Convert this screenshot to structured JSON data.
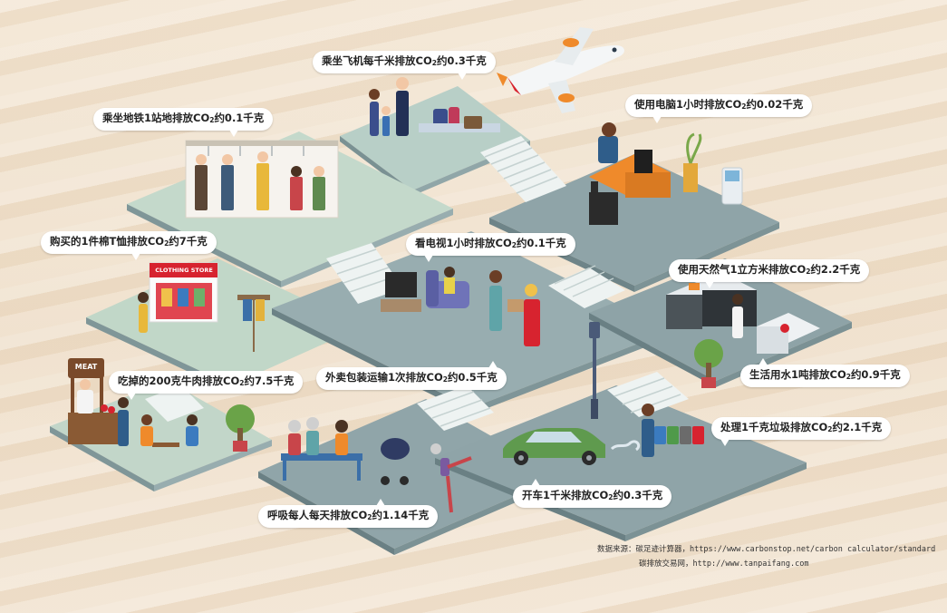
{
  "callouts": {
    "airplane": {
      "pre": "乘坐飞机每千米排放CO",
      "sub": "2",
      "post": "约0.3千克"
    },
    "computer": {
      "pre": "使用电脑1小时排放CO",
      "sub": "2",
      "post": "约0.02千克"
    },
    "subway": {
      "pre": "乘坐地铁1站地排放CO",
      "sub": "2",
      "post": "约0.1千克"
    },
    "tshirt": {
      "pre": "购买的1件棉T恤排放CO",
      "sub": "2",
      "post": "约7千克"
    },
    "tv": {
      "pre": "看电视1小时排放CO",
      "sub": "2",
      "post": "约0.1千克"
    },
    "gas": {
      "pre": "使用天然气1立方米排放CO",
      "sub": "2",
      "post": "约2.2千克"
    },
    "beef": {
      "pre": "吃掉的200克牛肉排放CO",
      "sub": "2",
      "post": "约7.5千克"
    },
    "delivery": {
      "pre": "外卖包装运输1次排放CO",
      "sub": "2",
      "post": "约0.5千克"
    },
    "water": {
      "pre": "生活用水1吨排放CO",
      "sub": "2",
      "post": "约0.9千克"
    },
    "garbage": {
      "pre": "处理1千克垃圾排放CO",
      "sub": "2",
      "post": "约2.1千克"
    },
    "breathing": {
      "pre": "呼吸每人每天排放CO",
      "sub": "2",
      "post": "约1.14千克"
    },
    "car": {
      "pre": "开车1千米排放CO",
      "sub": "2",
      "post": "约0.3千克"
    }
  },
  "signs": {
    "clothing_store": "CLOTHING STORE",
    "meat": "MEAT"
  },
  "source": {
    "line1": "数据来源：碳足迹计算器，https://www.carbonstop.net/carbon calculator/standard",
    "line2": "碳排放交易网，http://www.tanpaifang.com"
  },
  "colors": {
    "platform": "#8aa2a6",
    "platform_dark": "#6f8a8f",
    "platform_light": "#bfd6c6",
    "stairs": "#e9f0ef",
    "accent_orange": "#ef8a2b",
    "accent_red": "#d7232f"
  }
}
